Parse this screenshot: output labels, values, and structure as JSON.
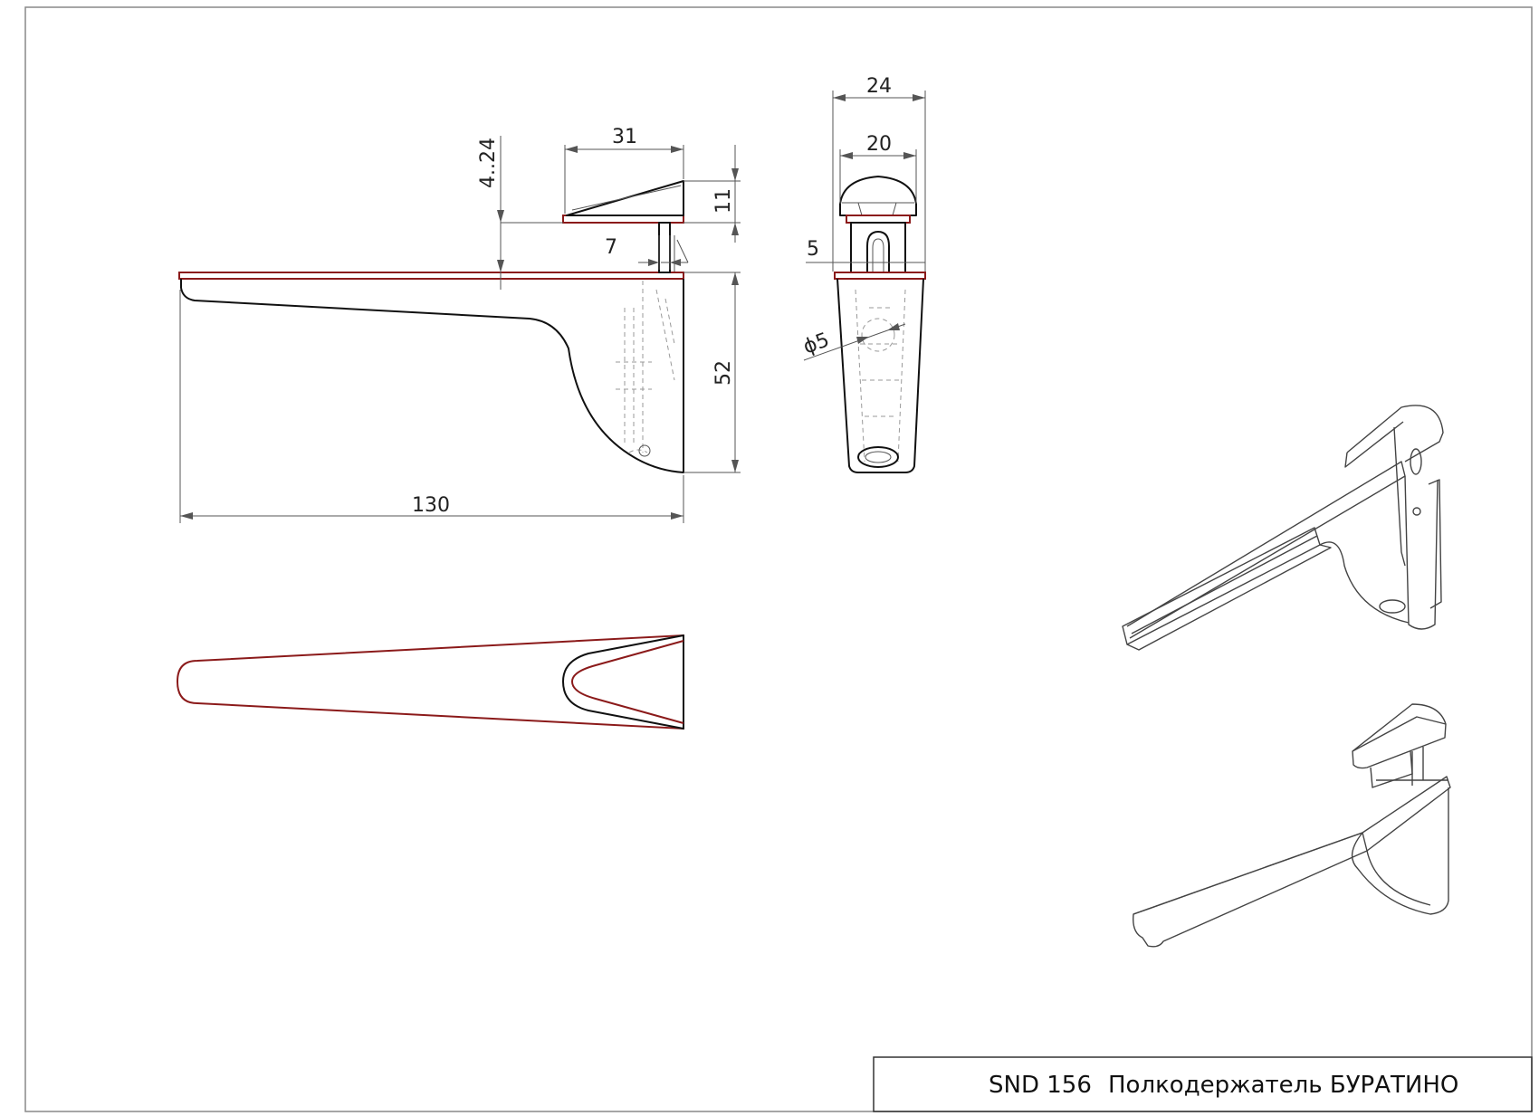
{
  "dimensions": {
    "overall_length": "130",
    "height": "52",
    "clamp_length": "31",
    "gap_range": "4..24",
    "top_thickness": "11",
    "slot_offset": "7",
    "front_width": "24",
    "clamp_width": "20",
    "lip": "5",
    "hole_diameter": "ϕ5"
  },
  "title_block": {
    "code": "SND 156",
    "name": "Полкодержатель БУРАТИНО"
  }
}
